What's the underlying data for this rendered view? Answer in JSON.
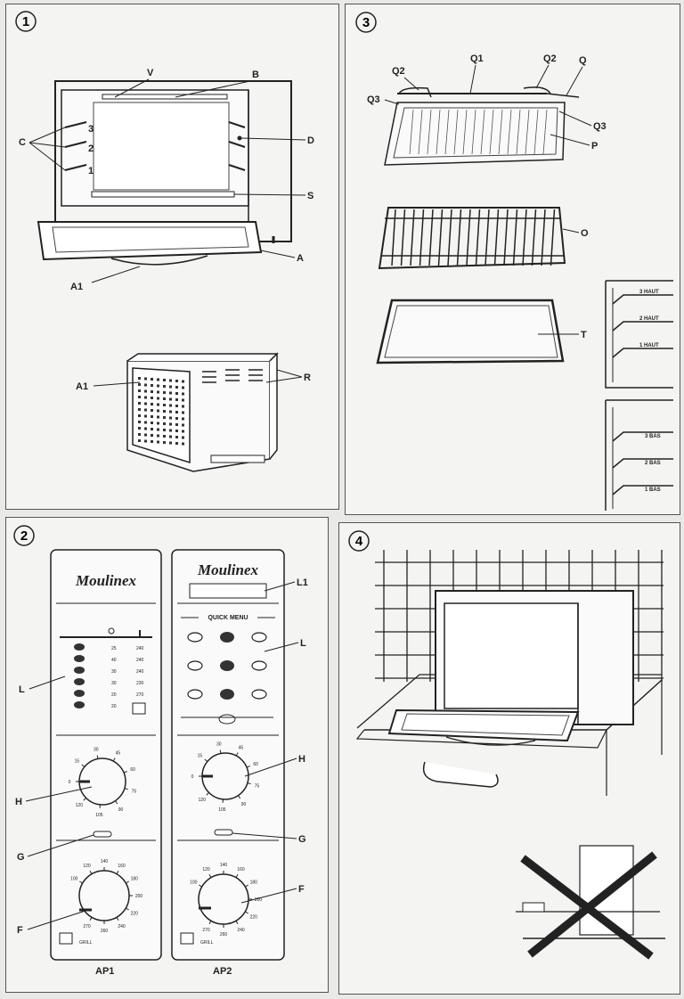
{
  "panel1": {
    "number": "1",
    "labels": {
      "v": "V",
      "b": "B",
      "c": "C",
      "d": "D",
      "s": "S",
      "a": "A",
      "a1_top": "A1",
      "a1_bottom": "A1",
      "r": "R",
      "rack3": "3",
      "rack2": "2",
      "rack1": "1"
    }
  },
  "panel2": {
    "number": "2",
    "brand_left": "Moulinex",
    "brand_right": "Moulinex",
    "quick_menu": "QUICK MENU",
    "labels": {
      "l_left": "L",
      "h_left": "H",
      "g_left": "G",
      "f_left": "F",
      "l1": "L1",
      "l_right": "L",
      "h_right": "H",
      "g_right": "G",
      "f_right": "F"
    },
    "captions": {
      "ap1": "AP1",
      "ap2": "AP2"
    },
    "table": {
      "times": [
        "25",
        "40",
        "30",
        "30",
        "20",
        "20"
      ],
      "temps": [
        "240",
        "240",
        "240",
        "230",
        "270",
        ""
      ]
    },
    "timer_ticks": [
      "30",
      "45",
      "15",
      "60",
      "0",
      "75",
      "120",
      "105",
      "90"
    ],
    "temp_ticks": [
      "120",
      "140",
      "160",
      "100",
      "180",
      "200",
      "220",
      "240",
      "260",
      "270"
    ],
    "grill": "GRILL"
  },
  "panel3": {
    "number": "3",
    "labels": {
      "q1": "Q1",
      "q2_left": "Q2",
      "q2_right": "Q2",
      "q": "Q",
      "q3_left": "Q3",
      "q3_right": "Q3",
      "p": "P",
      "o": "O",
      "t": "T"
    },
    "haut": [
      "3 HAUT",
      "2 HAUT",
      "1 HAUT"
    ],
    "bas": [
      "3 BAS",
      "2 BAS",
      "1 BAS"
    ]
  },
  "panel4": {
    "number": "4"
  }
}
